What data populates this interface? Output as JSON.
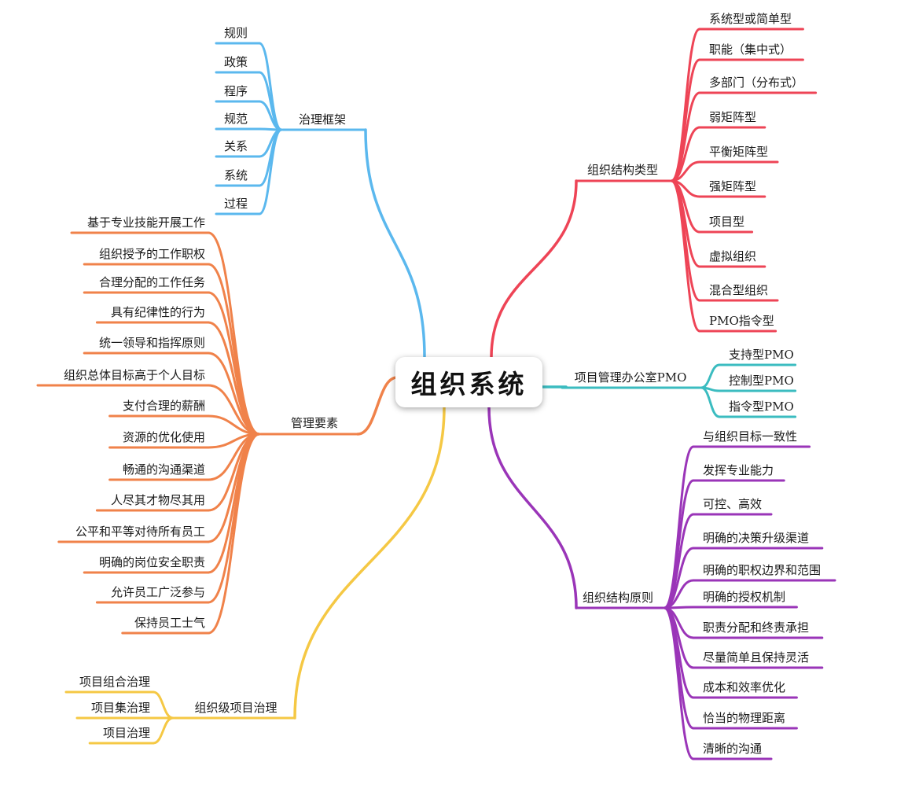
{
  "root": "组织系统",
  "branches": [
    {
      "key": "governance",
      "label": "治理框架",
      "color": "#5bb8ee",
      "children": [
        "规则",
        "政策",
        "程序",
        "规范",
        "关系",
        "系统",
        "过程"
      ]
    },
    {
      "key": "management",
      "label": "管理要素",
      "color": "#f0824a",
      "children": [
        "基于专业技能开展工作",
        "组织授予的工作职权",
        "合理分配的工作任务",
        "具有纪律性的行为",
        "统一领导和指挥原则",
        "组织总体目标高于个人目标",
        "支付合理的薪酬",
        "资源的优化使用",
        "畅通的沟通渠道",
        "人尽其才物尽其用",
        "公平和平等对待所有员工",
        "明确的岗位安全职责",
        "允许员工广泛参与",
        "保持员工士气"
      ]
    },
    {
      "key": "project_governance",
      "label": "组织级项目治理",
      "color": "#f5c844",
      "children": [
        "项目组合治理",
        "项目集治理",
        "项目治理"
      ]
    },
    {
      "key": "structure_types",
      "label": "组织结构类型",
      "color": "#ee4456",
      "children": [
        "系统型或简单型",
        "职能（集中式）",
        "多部门（分布式）",
        "弱矩阵型",
        "平衡矩阵型",
        "强矩阵型",
        "项目型",
        "虚拟组织",
        "混合型组织",
        "PMO指令型"
      ]
    },
    {
      "key": "pmo",
      "label": "项目管理办公室PMO",
      "color": "#3bbcc0",
      "children": [
        "支持型PMO",
        "控制型PMO",
        "指令型PMO"
      ]
    },
    {
      "key": "principles",
      "label": "组织结构原则",
      "color": "#9a35b8",
      "children": [
        "与组织目标一致性",
        "发挥专业能力",
        "可控、高效",
        "明确的决策升级渠道",
        "明确的职权边界和范围",
        "明确的授权机制",
        "职责分配和终责承担",
        "尽量简单且保持灵活",
        "成本和效率优化",
        "恰当的物理距离",
        "清晰的沟通"
      ]
    }
  ]
}
